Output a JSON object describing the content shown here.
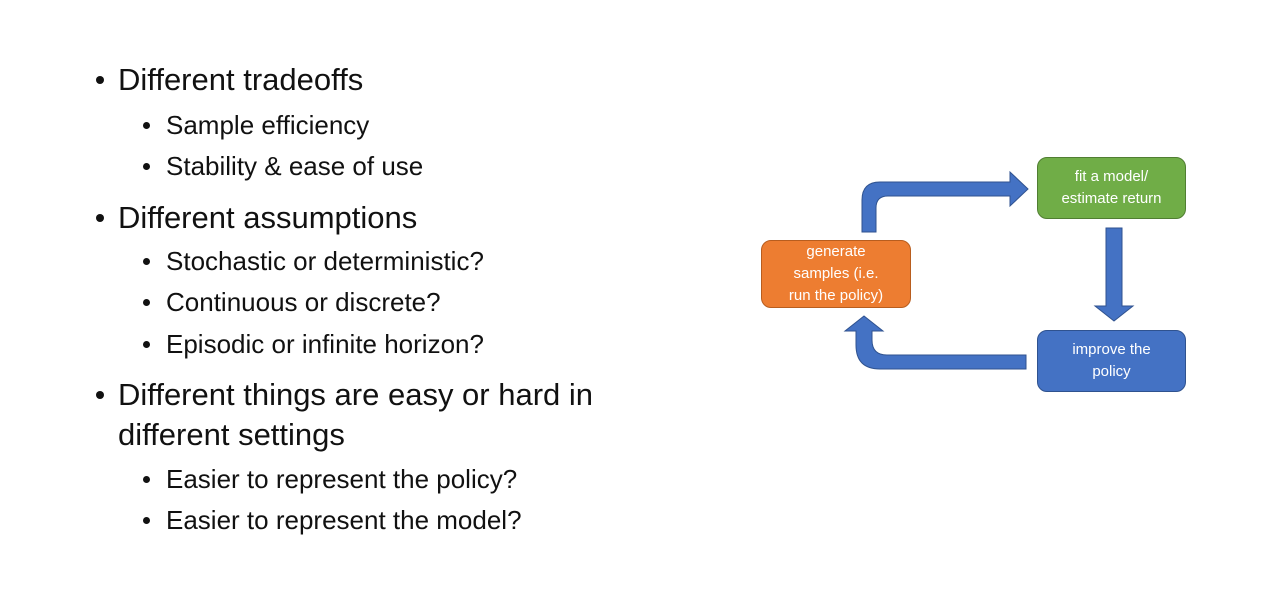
{
  "bullets": {
    "tradeoffs": {
      "label": "Different tradeoffs",
      "items": [
        "Sample efficiency",
        "Stability & ease of use"
      ]
    },
    "assumptions": {
      "label": "Different assumptions",
      "items": [
        "Stochastic or deterministic?",
        "Continuous or discrete?",
        "Episodic or infinite horizon?"
      ]
    },
    "settings": {
      "label_line1": "Different things are easy or hard in",
      "label_line2": "different settings",
      "items": [
        "Easier to represent the policy?",
        "Easier to represent the model?"
      ]
    }
  },
  "diagram": {
    "generate": {
      "lines": [
        "generate",
        "samples (i.e.",
        "run the policy)"
      ],
      "color": "#ED7D31"
    },
    "fit": {
      "lines": [
        "fit a model/",
        "estimate return"
      ],
      "color": "#70AD47"
    },
    "improve": {
      "lines": [
        "improve the",
        "policy"
      ],
      "color": "#4472C4"
    },
    "arrow_color": "#4472C4"
  }
}
